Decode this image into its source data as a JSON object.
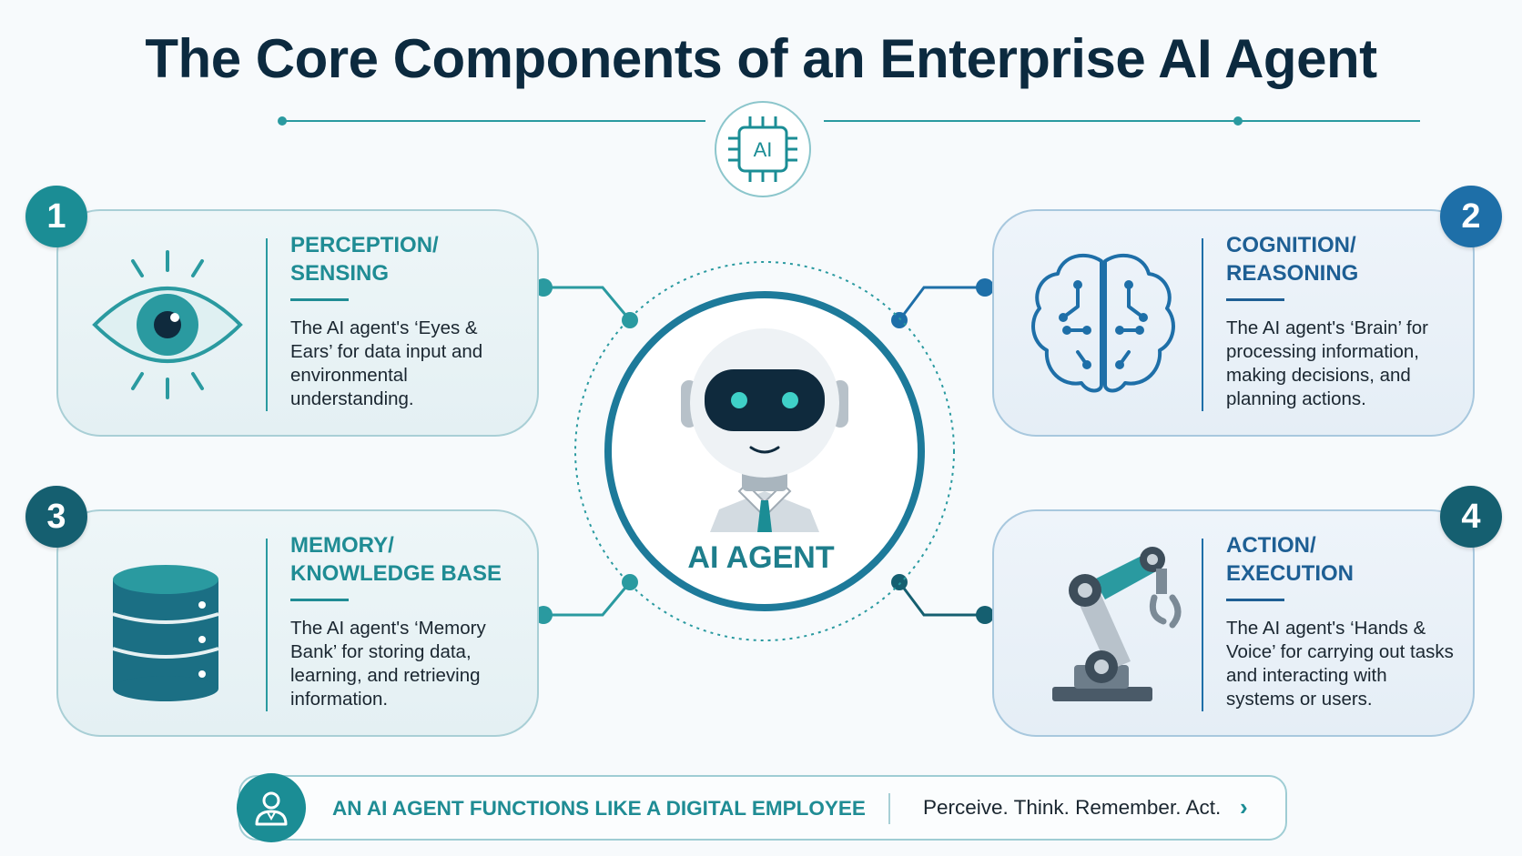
{
  "title": "The Core Components of an Enterprise AI Agent",
  "chip_label": "AI",
  "center_label": "AI AGENT",
  "components": [
    {
      "number": "1",
      "title_line1": "PERCEPTION/",
      "title_line2": "SENSING",
      "description": "The AI agent's ‘Eyes & Ears’ for data input and environmental understanding.",
      "icon": "eye-icon"
    },
    {
      "number": "2",
      "title_line1": "COGNITION/",
      "title_line2": "REASONING",
      "description": "The AI agent's ‘Brain’ for processing information, making decisions, and planning actions.",
      "icon": "brain-icon"
    },
    {
      "number": "3",
      "title_line1": "MEMORY/",
      "title_line2": "KNOWLEDGE BASE",
      "description": "The AI agent's ‘Memory Bank’ for storing data, learning, and retrieving information.",
      "icon": "database-icon"
    },
    {
      "number": "4",
      "title_line1": "ACTION/",
      "title_line2": "EXECUTION",
      "description": "The AI agent's ‘Hands & Voice’ for carrying out tasks and interacting with systems or users.",
      "icon": "robotic-arm-icon"
    }
  ],
  "banner": {
    "title": "AN AI AGENT FUNCTIONS LIKE A DIGITAL EMPLOYEE",
    "tagline": "Perceive. Think. Remember. Act.",
    "icon": "employee-icon",
    "arrow_icon": "chevron-right-icon"
  },
  "colors": {
    "teal": "#1b8d95",
    "blue": "#1e6fa8",
    "navy": "#0c2a3f",
    "dark_teal": "#155f70"
  }
}
